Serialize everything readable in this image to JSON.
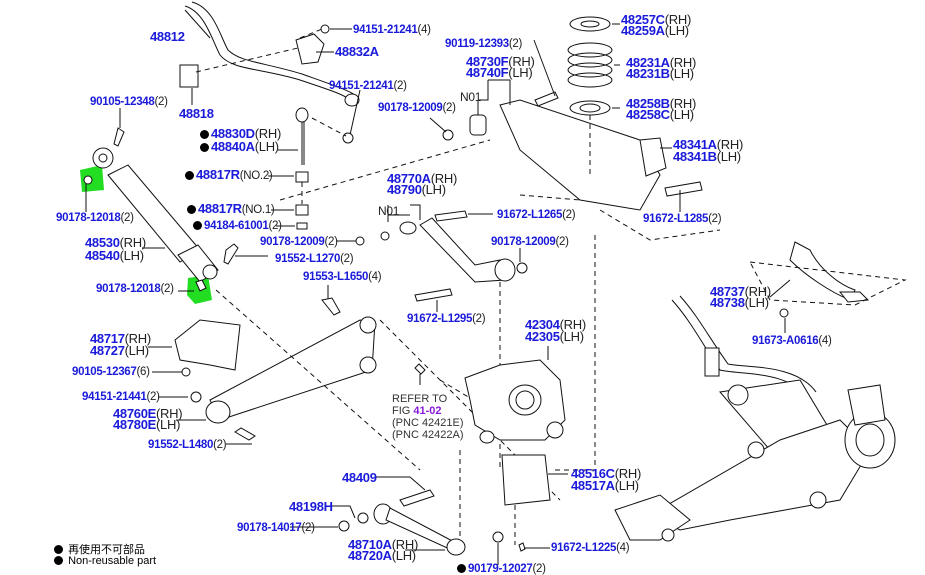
{
  "figure": "Rear suspension parts diagram",
  "highlight_color": "#22dd22",
  "part_number_color": "#1a1adb",
  "labels": {
    "p48812": {
      "pn": "48812",
      "sfx": ""
    },
    "p9415121241_4": {
      "pn": "94151-21241",
      "sfx": "(4)"
    },
    "p48832A": {
      "pn": "48832A",
      "sfx": ""
    },
    "p9415121241_2": {
      "pn": "94151-21241",
      "sfx": "(2)"
    },
    "p48818": {
      "pn": "48818",
      "sfx": ""
    },
    "p9010512348": {
      "pn": "90105-12348",
      "sfx": "(2)"
    },
    "p48830D": {
      "pn": "48830D",
      "sfx": "(RH)"
    },
    "p48840A": {
      "pn": "48840A",
      "sfx": "(LH)"
    },
    "p48817R_2": {
      "pn": "48817R",
      "sfx": "(NO.2)"
    },
    "p48817R_1": {
      "pn": "48817R",
      "sfx": "(NO.1)"
    },
    "p9418461001": {
      "pn": "94184-61001",
      "sfx": "(2)"
    },
    "p9017812018a": {
      "pn": "90178-12018",
      "sfx": "(2)"
    },
    "p9017812018b": {
      "pn": "90178-12018",
      "sfx": "(2)"
    },
    "p48530": {
      "pn": "48530",
      "sfx": "(RH)"
    },
    "p48540": {
      "pn": "48540",
      "sfx": "(LH)"
    },
    "p9017812009a": {
      "pn": "90178-12009",
      "sfx": "(2)"
    },
    "p91552L1270": {
      "pn": "91552-L1270",
      "sfx": "(2)"
    },
    "p91553L1650": {
      "pn": "91553-L1650",
      "sfx": "(4)"
    },
    "p9011912393": {
      "pn": "90119-12393",
      "sfx": "(2)"
    },
    "p48730F": {
      "pn": "48730F",
      "sfx": "(RH)"
    },
    "p48740F": {
      "pn": "48740F",
      "sfx": "(LH)"
    },
    "n01a": {
      "pn": "N01",
      "sfx": ""
    },
    "p9017812009b": {
      "pn": "90178-12009",
      "sfx": "(2)"
    },
    "p48257C": {
      "pn": "48257C",
      "sfx": "(RH)"
    },
    "p48259A": {
      "pn": "48259A",
      "sfx": "(LH)"
    },
    "p48231A": {
      "pn": "48231A",
      "sfx": "(RH)"
    },
    "p48231B": {
      "pn": "48231B",
      "sfx": "(LH)"
    },
    "p48258B": {
      "pn": "48258B",
      "sfx": "(RH)"
    },
    "p48258C": {
      "pn": "48258C",
      "sfx": "(LH)"
    },
    "p48341A": {
      "pn": "48341A",
      "sfx": "(RH)"
    },
    "p48341B": {
      "pn": "48341B",
      "sfx": "(LH)"
    },
    "p91672L1285": {
      "pn": "91672-L1285",
      "sfx": "(2)"
    },
    "p48770A": {
      "pn": "48770A",
      "sfx": "(RH)"
    },
    "p48790": {
      "pn": "48790",
      "sfx": "(LH)"
    },
    "n01b": {
      "pn": "N01",
      "sfx": ""
    },
    "p91672L1265": {
      "pn": "91672-L1265",
      "sfx": "(2)"
    },
    "p9017812009c": {
      "pn": "90178-12009",
      "sfx": "(2)"
    },
    "p91672L1295": {
      "pn": "91672-L1295",
      "sfx": "(2)"
    },
    "p48737": {
      "pn": "48737",
      "sfx": "(RH)"
    },
    "p48738": {
      "pn": "48738",
      "sfx": "(LH)"
    },
    "p91673A0616": {
      "pn": "91673-A0616",
      "sfx": "(4)"
    },
    "p48717": {
      "pn": "48717",
      "sfx": "(RH)"
    },
    "p48727": {
      "pn": "48727",
      "sfx": "(LH)"
    },
    "p9010512367": {
      "pn": "90105-12367",
      "sfx": "(6)"
    },
    "p9415121441": {
      "pn": "94151-21441",
      "sfx": "(2)"
    },
    "p48760E": {
      "pn": "48760E",
      "sfx": "(RH)"
    },
    "p48780E": {
      "pn": "48780E",
      "sfx": "(LH)"
    },
    "p91552L1480": {
      "pn": "91552-L1480",
      "sfx": "(2)"
    },
    "p42304": {
      "pn": "42304",
      "sfx": "(RH)"
    },
    "p42305": {
      "pn": "42305",
      "sfx": "(LH)"
    },
    "p48409": {
      "pn": "48409",
      "sfx": ""
    },
    "p48198H": {
      "pn": "48198H",
      "sfx": ""
    },
    "p9017814017": {
      "pn": "90178-14017",
      "sfx": "(2)"
    },
    "p48710A": {
      "pn": "48710A",
      "sfx": "(RH)"
    },
    "p48720A": {
      "pn": "48720A",
      "sfx": "(LH)"
    },
    "p9017912027": {
      "pn": "90179-12027",
      "sfx": "(2)"
    },
    "p48516C": {
      "pn": "48516C",
      "sfx": "(RH)"
    },
    "p48517A": {
      "pn": "48517A",
      "sfx": "(LH)"
    },
    "p91672L1225": {
      "pn": "91672-L1225",
      "sfx": "(4)"
    }
  },
  "reference": {
    "line1": "REFER TO",
    "fig_prefix": "FIG ",
    "fig": "41-02",
    "line3": "(PNC 42421E)",
    "line4": "(PNC 42422A)"
  },
  "legend": {
    "jp": "再使用不可部品",
    "en": "Non-reusable part"
  }
}
